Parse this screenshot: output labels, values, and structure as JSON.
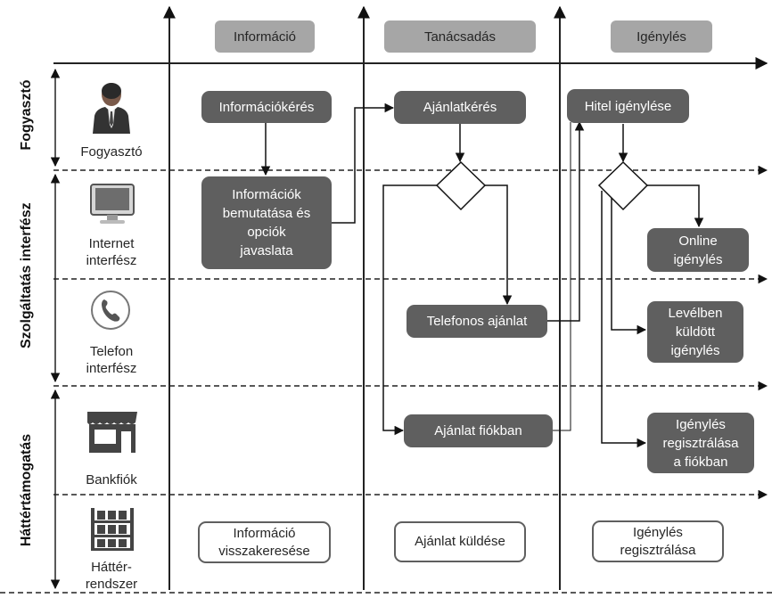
{
  "phases": {
    "information": "Információ",
    "consulting": "Tanácsadás",
    "application": "Igénylés"
  },
  "lanes": {
    "consumer": "Fogyasztó",
    "service_interface": "Szolgáltatás interfész",
    "back_office": "Háttértámogatás"
  },
  "roles": {
    "consumer": "Fogyasztó",
    "internet": "Internet\ninterfész",
    "phone": "Telefon\ninterfész",
    "branch": "Bankfiók",
    "backend": "Háttér-\nrendszer"
  },
  "boxes": {
    "info_request": "Információkérés",
    "info_present": "Információk\nbemutatása és\nopciók\njavaslata",
    "offer_request": "Ajánlatkérés",
    "phone_offer": "Telefonos ajánlat",
    "branch_offer": "Ajánlat fiókban",
    "loan_apply": "Hitel igénylése",
    "online_apply": "Online\nigénylés",
    "mail_apply": "Levélben\nküldött\nigénylés",
    "branch_register": "Igénylés\nregisztrálása\na fiókban",
    "info_retrieve": "Információ\nvisszakeresése",
    "offer_send": "Ajánlat küldése",
    "apply_register": "Igénylés\nregisztrálása"
  },
  "icons": {
    "consumer": "person-icon",
    "internet": "monitor-icon",
    "phone": "phone-icon",
    "branch": "store-icon",
    "backend": "shelf-icon"
  },
  "colors": {
    "dark_box": "#5f5f5f",
    "phase_header": "#a6a6a6"
  }
}
